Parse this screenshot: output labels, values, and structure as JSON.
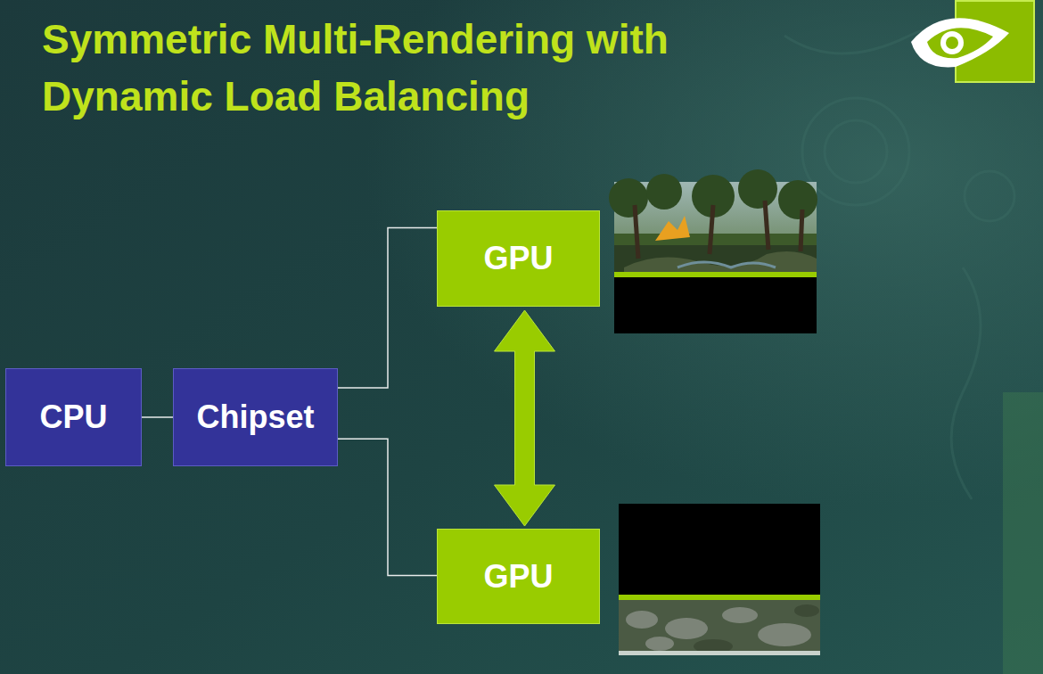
{
  "diagram": {
    "title": "Symmetric Multi-Rendering with Dynamic Load Balancing",
    "nodes": [
      {
        "text": [
          "CPU"
        ]
      },
      {
        "text": [
          "Chipset"
        ]
      },
      {
        "text": [
          "GPU"
        ]
      },
      {
        "text": [
          "GPU"
        ]
      }
    ],
    "edges": [
      {
        "from": 0,
        "to": 1,
        "arrow": "none"
      },
      {
        "from": 1,
        "to": 2,
        "arrow": "none"
      },
      {
        "from": 1,
        "to": 3,
        "arrow": "none"
      },
      {
        "from": 2,
        "to": 3,
        "arrow": "both"
      }
    ]
  }
}
